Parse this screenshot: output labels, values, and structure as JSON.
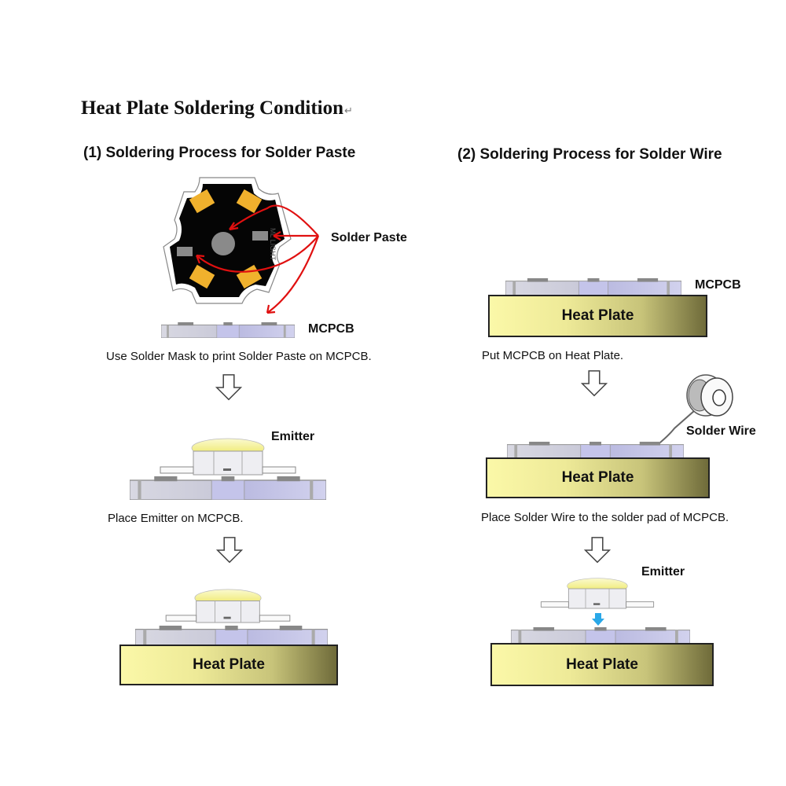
{
  "title": "Heat Plate Soldering Condition",
  "title_mark": "↵",
  "left": {
    "heading": "(1) Soldering Process for Solder Paste",
    "step1": {
      "label_paste": "Solder Paste",
      "label_mcpcb": "MCPCB",
      "board_mark": "ML LIGHT",
      "caption": "Use Solder Mask to print Solder Paste on MCPCB."
    },
    "step2": {
      "label_emitter": "Emitter",
      "caption": "Place Emitter on MCPCB."
    },
    "step3": {
      "plate_label": "Heat Plate"
    }
  },
  "right": {
    "heading": "(2) Soldering Process for Solder Wire",
    "step1": {
      "label_mcpcb": "MCPCB",
      "plate_label": "Heat Plate",
      "caption": "Put MCPCB on Heat Plate."
    },
    "step2": {
      "label_wire": "Solder Wire",
      "plate_label": "Heat Plate",
      "caption": "Place Solder Wire to the solder pad of MCPCB."
    },
    "step3": {
      "label_emitter": "Emitter",
      "plate_label": "Heat Plate"
    }
  },
  "colors": {
    "pad": "#f0b12d",
    "board": "#050505",
    "arrow_red": "#e01010",
    "plate_light": "#fbf8a8",
    "plate_dark": "#6f6b3a",
    "lens": "#f4f07a",
    "drop_arrow": "#2aa8e8"
  }
}
